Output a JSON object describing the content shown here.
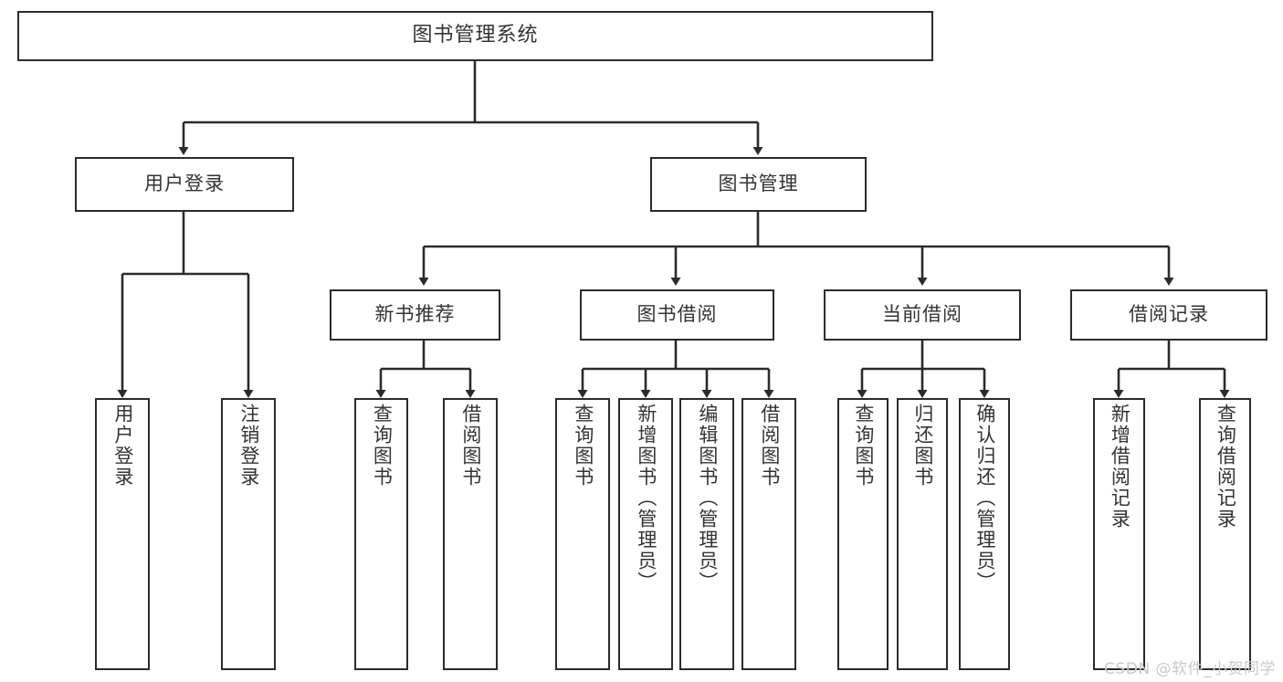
{
  "diagram": {
    "type": "tree-hierarchy",
    "title": "图书管理系统",
    "root": {
      "label": "图书管理系统"
    },
    "level1": [
      {
        "label": "用户登录"
      },
      {
        "label": "图书管理"
      }
    ],
    "level2": [
      {
        "label": "新书推荐"
      },
      {
        "label": "图书借阅"
      },
      {
        "label": "当前借阅"
      },
      {
        "label": "借阅记录"
      }
    ],
    "leaves": {
      "user_login": [
        {
          "label": "用户登录"
        },
        {
          "label": "注销登录"
        }
      ],
      "new_book_recommend": [
        {
          "label": "查询图书"
        },
        {
          "label": "借阅图书"
        }
      ],
      "book_borrow": [
        {
          "label": "查询图书"
        },
        {
          "label": "新增图书（管理员）"
        },
        {
          "label": "编辑图书（管理员）"
        },
        {
          "label": "借阅图书"
        }
      ],
      "current_borrow": [
        {
          "label": "查询图书"
        },
        {
          "label": "归还图书"
        },
        {
          "label": "确认归还（管理员）"
        }
      ],
      "borrow_record": [
        {
          "label": "新增借阅记录"
        },
        {
          "label": "查询借阅记录"
        }
      ]
    },
    "watermark": "CSDN @软件_小贺同学",
    "colors": {
      "border": "#2b2b2b",
      "text": "#333333",
      "background": "#ffffff",
      "watermark": "#c9c9c9"
    }
  }
}
